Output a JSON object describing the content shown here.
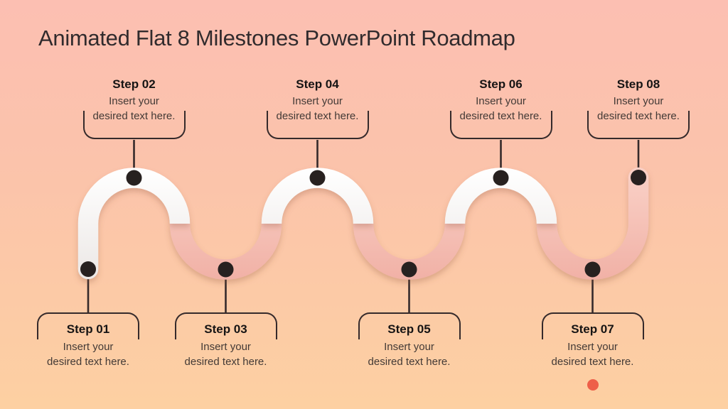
{
  "slide": {
    "title": "Animated Flat 8 Milestones PowerPoint Roadmap"
  },
  "milestones": [
    {
      "id": "01",
      "title": "Step 01",
      "desc_line1": "Insert your",
      "desc_line2": "desired text here.",
      "position": "bottom"
    },
    {
      "id": "02",
      "title": "Step 02",
      "desc_line1": "Insert your",
      "desc_line2": "desired text here.",
      "position": "top"
    },
    {
      "id": "03",
      "title": "Step 03",
      "desc_line1": "Insert your",
      "desc_line2": "desired text here.",
      "position": "bottom"
    },
    {
      "id": "04",
      "title": "Step 04",
      "desc_line1": "Insert your",
      "desc_line2": "desired text here.",
      "position": "top"
    },
    {
      "id": "05",
      "title": "Step 05",
      "desc_line1": "Insert your",
      "desc_line2": "desired text here.",
      "position": "bottom"
    },
    {
      "id": "06",
      "title": "Step 06",
      "desc_line1": "Insert your",
      "desc_line2": "desired text here.",
      "position": "top"
    },
    {
      "id": "07",
      "title": "Step 07",
      "desc_line1": "Insert your",
      "desc_line2": "desired text here.",
      "position": "bottom"
    },
    {
      "id": "08",
      "title": "Step 08",
      "desc_line1": "Insert your",
      "desc_line2": "desired text here.",
      "position": "top"
    }
  ],
  "colors": {
    "background_top": "#fcbfb2",
    "background_bottom": "#fdd0a2",
    "path_light_segment": "#ffffff",
    "path_pink_segment": "#f5c1b5",
    "milestone_dot": "#272120",
    "connector_line": "#352a2b",
    "title_text": "#312b2d",
    "accent_dot": "#ee5f49"
  }
}
